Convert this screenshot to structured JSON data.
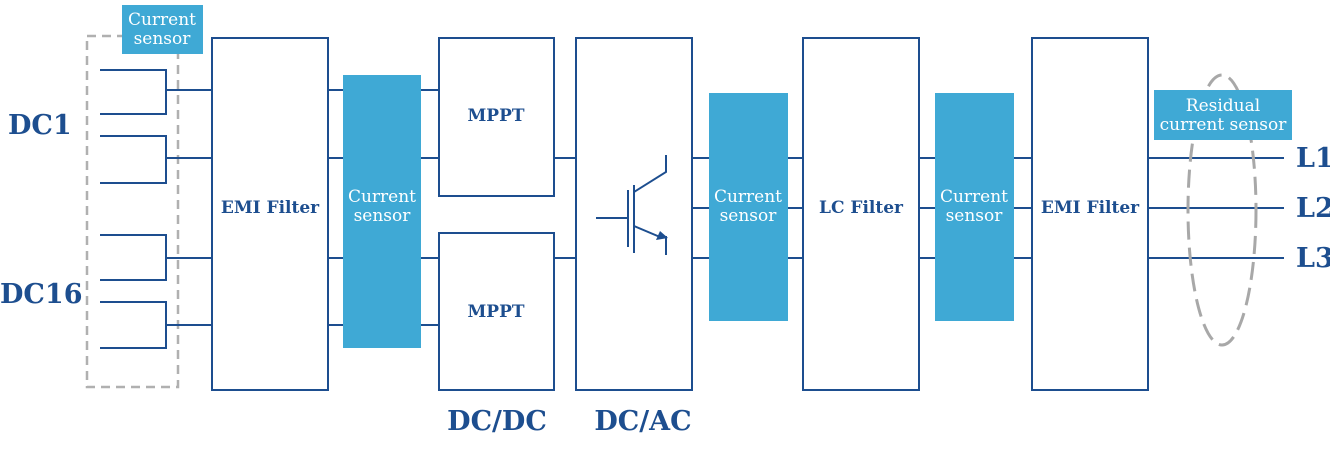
{
  "dc_inputs": {
    "first": "DC1",
    "last": "DC16"
  },
  "blocks": {
    "emi_filter_in": "EMI Filter",
    "mppt_top": "MPPT",
    "mppt_bottom": "MPPT",
    "lc_filter": "LC Filter",
    "emi_filter_out": "EMI Filter"
  },
  "sensors": {
    "input_sensor": [
      "Current",
      "sensor"
    ],
    "dc_sensor": [
      "Current",
      "sensor"
    ],
    "ac_sensor_1": [
      "Current",
      "sensor"
    ],
    "ac_sensor_2": [
      "Current",
      "sensor"
    ],
    "residual_sensor": [
      "Residual",
      "current sensor"
    ]
  },
  "stage_labels": {
    "dcdc": "DC/DC",
    "dcac": "DC/AC"
  },
  "outputs": [
    "L1",
    "L2",
    "L3"
  ],
  "colors": {
    "line": "#1d4e8f",
    "sensor_fill": "#3fa9d5",
    "dashed": "#b0b0b0"
  },
  "icons": {
    "inverter": "igbt-transistor-icon"
  }
}
